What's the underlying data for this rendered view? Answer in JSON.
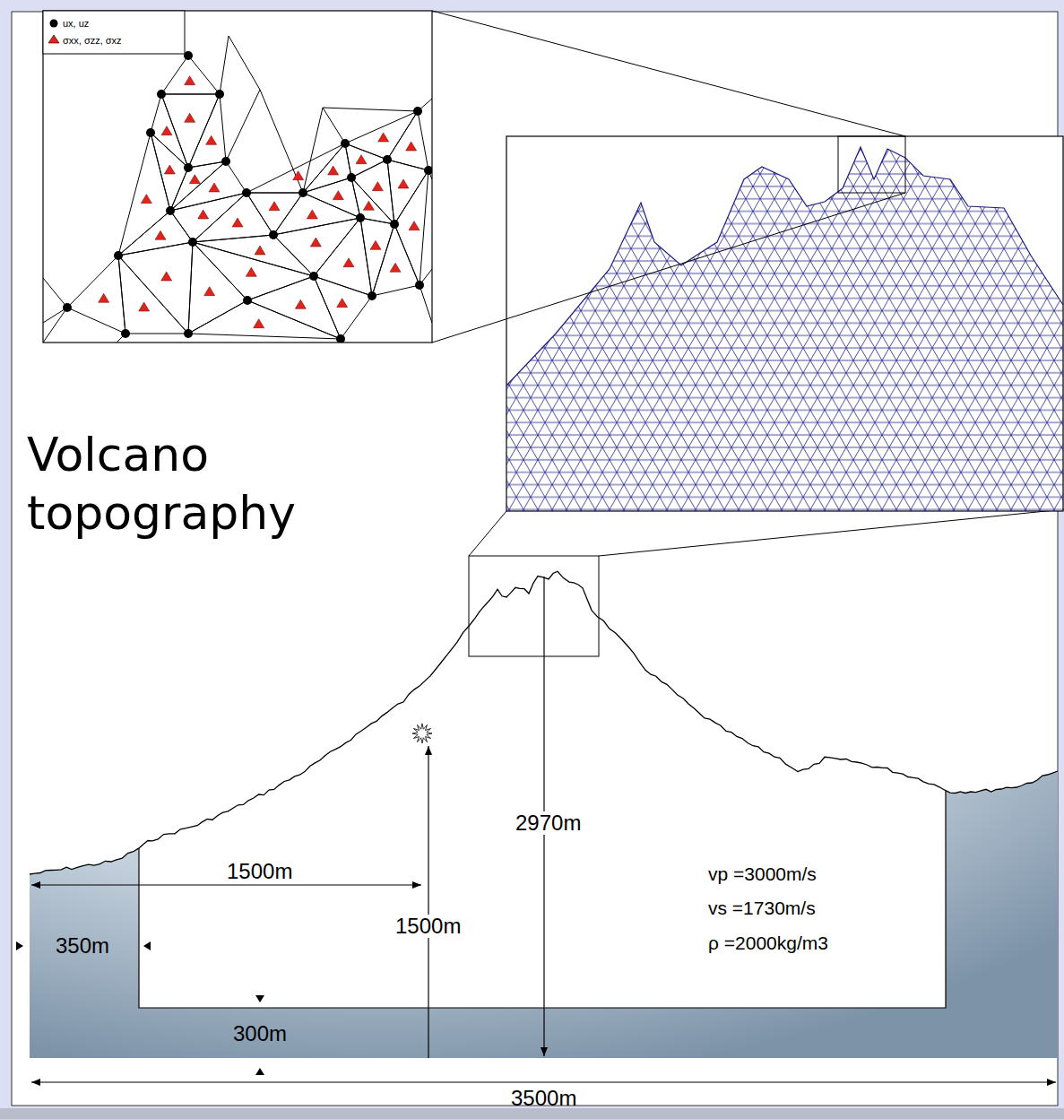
{
  "diagram": {
    "title": "Volcano topography",
    "labels": [
      "2970m",
      "1500m",
      "1500m",
      "350m",
      "300m",
      "3500m",
      "vp =3000m/s",
      "vs =1730m/s",
      "ρ =2000kg/m3"
    ],
    "legend": [
      {
        "text": "ux, uz"
      },
      {
        "text": "σxx, σzz, σxz"
      }
    ]
  }
}
